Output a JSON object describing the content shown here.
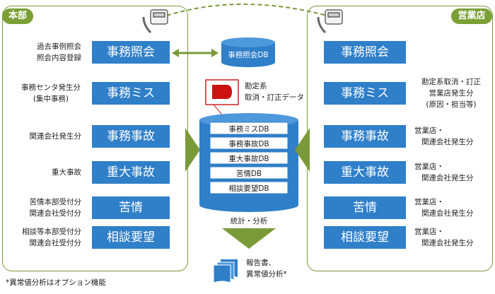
{
  "hq": {
    "title": "本部",
    "boxes": [
      "事務照会",
      "事務ミス",
      "事務事故",
      "重大事故",
      "苦情",
      "相談要望"
    ],
    "notes": [
      [
        "過去事例照会",
        "照会内容登録"
      ],
      [
        "事務センタ発生分",
        "(集中事務)"
      ],
      [
        "関連会社発生分"
      ],
      [
        "重大事故"
      ],
      [
        "苦情本部受付分",
        "関連会社受付分"
      ],
      [
        "相談等本部受付分",
        "関連会社受付分"
      ]
    ]
  },
  "branch": {
    "title": "営業店",
    "boxes": [
      "事務照会",
      "事務ミス",
      "事務事故",
      "重大事故",
      "苦情",
      "相談要望"
    ],
    "notes": [
      [],
      [
        "勘定系取消・訂正",
        "営業店発生分",
        "(原因・担当等)"
      ],
      [
        "営業店・",
        "関連会社発生分"
      ],
      [
        "営業店・",
        "関連会社発生分"
      ],
      [
        "営業店・",
        "関連会社発生分"
      ],
      [
        "営業店・",
        "関連会社発生分"
      ]
    ]
  },
  "center": {
    "inquiry_db": "事務照会DB",
    "source_label": [
      "勘定系",
      "取消・訂正データ"
    ],
    "db_items": [
      "事務ミスDB",
      "事務事故DB",
      "重大事故DB",
      "苦情DB",
      "相談要望DB"
    ],
    "stats_label": "統計・分析",
    "report_label": [
      "報告書、",
      "異常値分析*"
    ]
  },
  "footnote": "*異常値分析はオプション機能",
  "colors": {
    "panel_border": "#7a9a3a",
    "badge": "#7aa034",
    "box": "#2f7fc9",
    "arrow": "#7a9a3a",
    "db": "#2f7fc9"
  }
}
